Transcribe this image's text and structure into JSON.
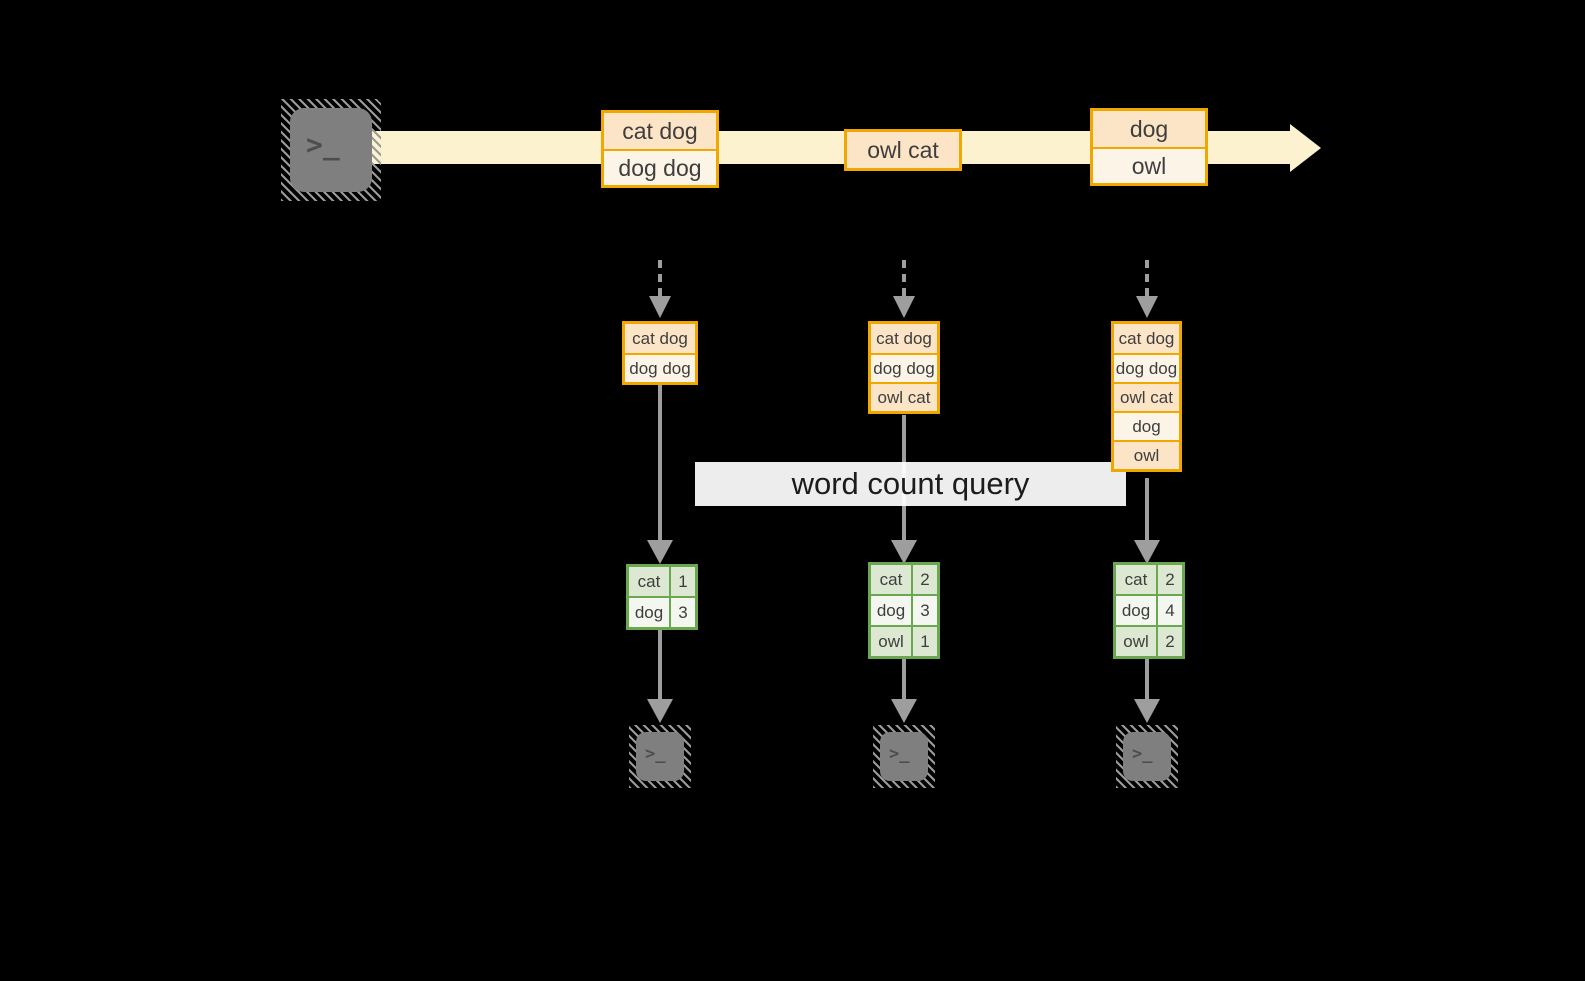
{
  "diagram": {
    "query_label": "word count query",
    "stream_events": [
      {
        "records": [
          "cat dog",
          "dog dog"
        ]
      },
      {
        "records": [
          "owl cat"
        ]
      },
      {
        "records": [
          "dog",
          "owl"
        ]
      }
    ],
    "columns": [
      {
        "accumulated_records": [
          "cat dog",
          "dog dog"
        ],
        "word_counts": [
          {
            "word": "cat",
            "count": "1"
          },
          {
            "word": "dog",
            "count": "3"
          }
        ]
      },
      {
        "accumulated_records": [
          "cat dog",
          "dog dog",
          "owl cat"
        ],
        "word_counts": [
          {
            "word": "cat",
            "count": "2"
          },
          {
            "word": "dog",
            "count": "3"
          },
          {
            "word": "owl",
            "count": "1"
          }
        ]
      },
      {
        "accumulated_records": [
          "cat dog",
          "dog dog",
          "owl cat",
          "dog",
          "owl"
        ],
        "word_counts": [
          {
            "word": "cat",
            "count": "2"
          },
          {
            "word": "dog",
            "count": "4"
          },
          {
            "word": "owl",
            "count": "2"
          }
        ]
      }
    ],
    "icons": {
      "source_terminal": "terminal-prompt-icon",
      "sink_terminal": "terminal-prompt-icon",
      "prompt_glyph": ">_"
    },
    "colors": {
      "orange": "#f0a800",
      "peach": "#fce4c6",
      "cream": "#fdf4e8",
      "band": "#fdf2cf",
      "green": "#69a84f",
      "green_light": "#dce8d2",
      "green_pale": "#f3f7ef",
      "arrow_gray": "#9e9e9e",
      "terminal_gray": "#7f7f7f",
      "text_dark": "#3e3e3e",
      "query_text": "#1c1c1c",
      "query_bg": "#ffffff"
    }
  }
}
